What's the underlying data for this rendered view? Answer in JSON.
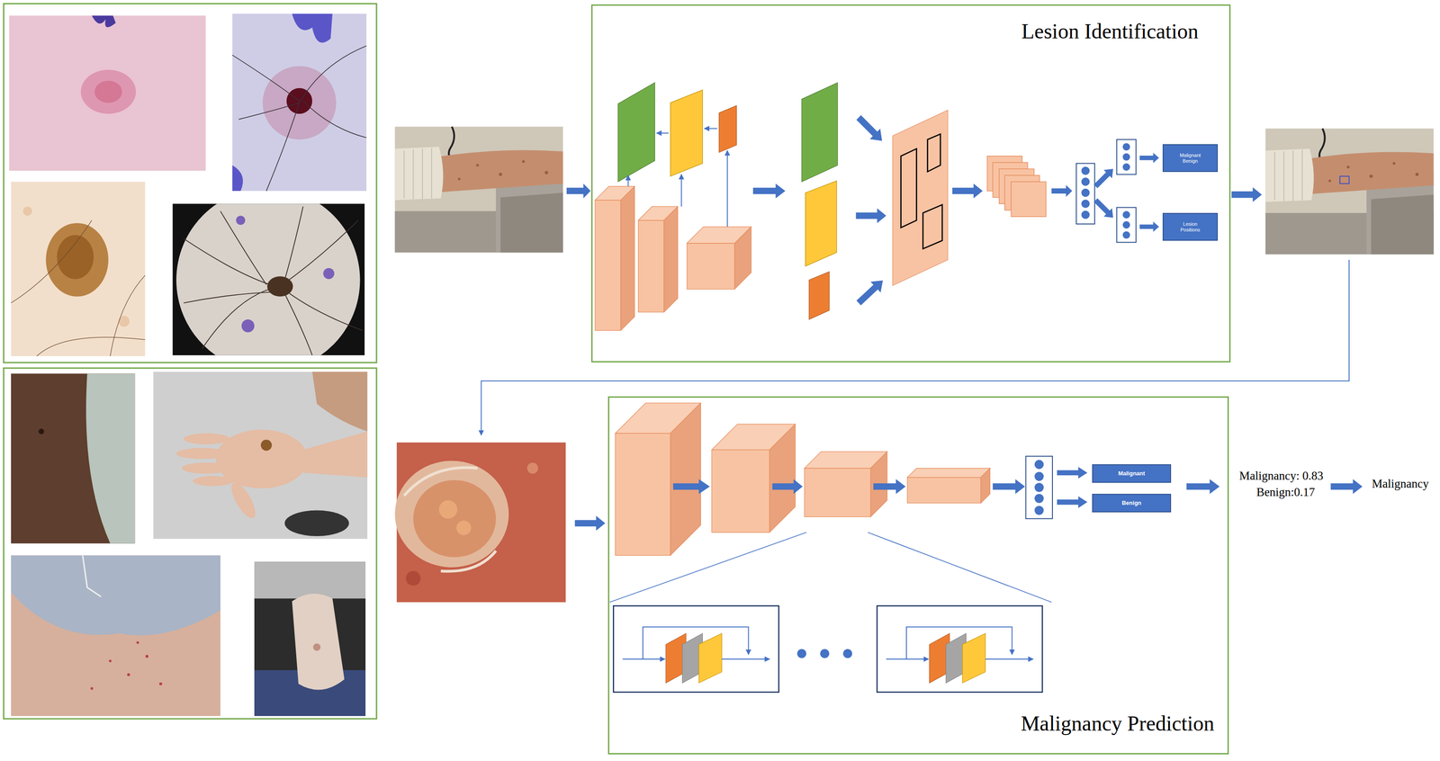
{
  "diagram": {
    "nodes": [
      {
        "text": [
          "Lesion Identification"
        ]
      },
      {
        "text": [
          "Malignant Benign"
        ],
        "in": 0
      },
      {
        "text": [
          "Lesion Positions"
        ],
        "in": 0
      },
      {
        "text": [
          "Malignancy Prediction"
        ]
      },
      {
        "text": [
          "Malignant"
        ],
        "in": 3
      },
      {
        "text": [
          "Benign"
        ],
        "in": 3
      }
    ],
    "labels": [
      "Malignancy: 0.83",
      "Benign:0.17",
      "Malignancy"
    ]
  }
}
